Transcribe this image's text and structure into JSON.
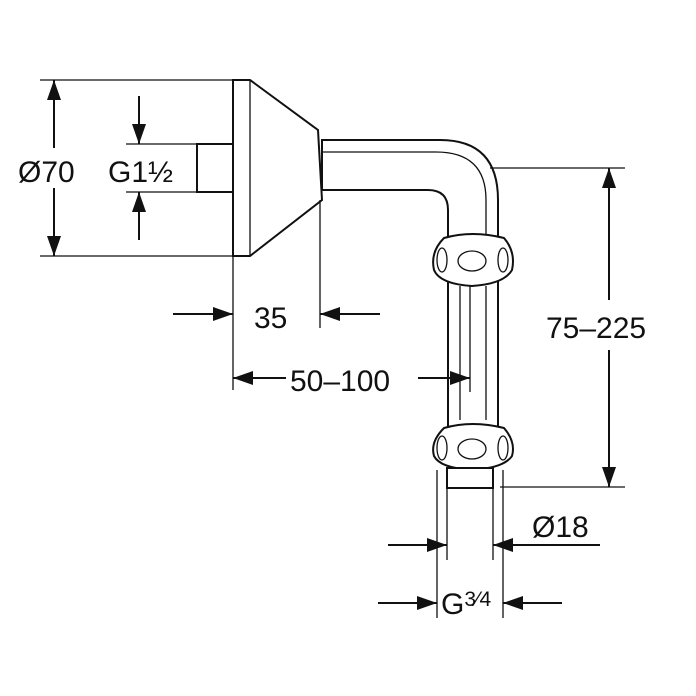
{
  "dimensions": {
    "flange_diameter": "Ø70",
    "inlet_thread": "G1½",
    "flange_depth": "35",
    "projection_range": "50–100",
    "height_range": "75–225",
    "pipe_diameter": "Ø18",
    "outlet_thread_base": "G",
    "outlet_thread_fraction": "3⁄4"
  },
  "colors": {
    "line": "#111111",
    "background": "#ffffff"
  }
}
